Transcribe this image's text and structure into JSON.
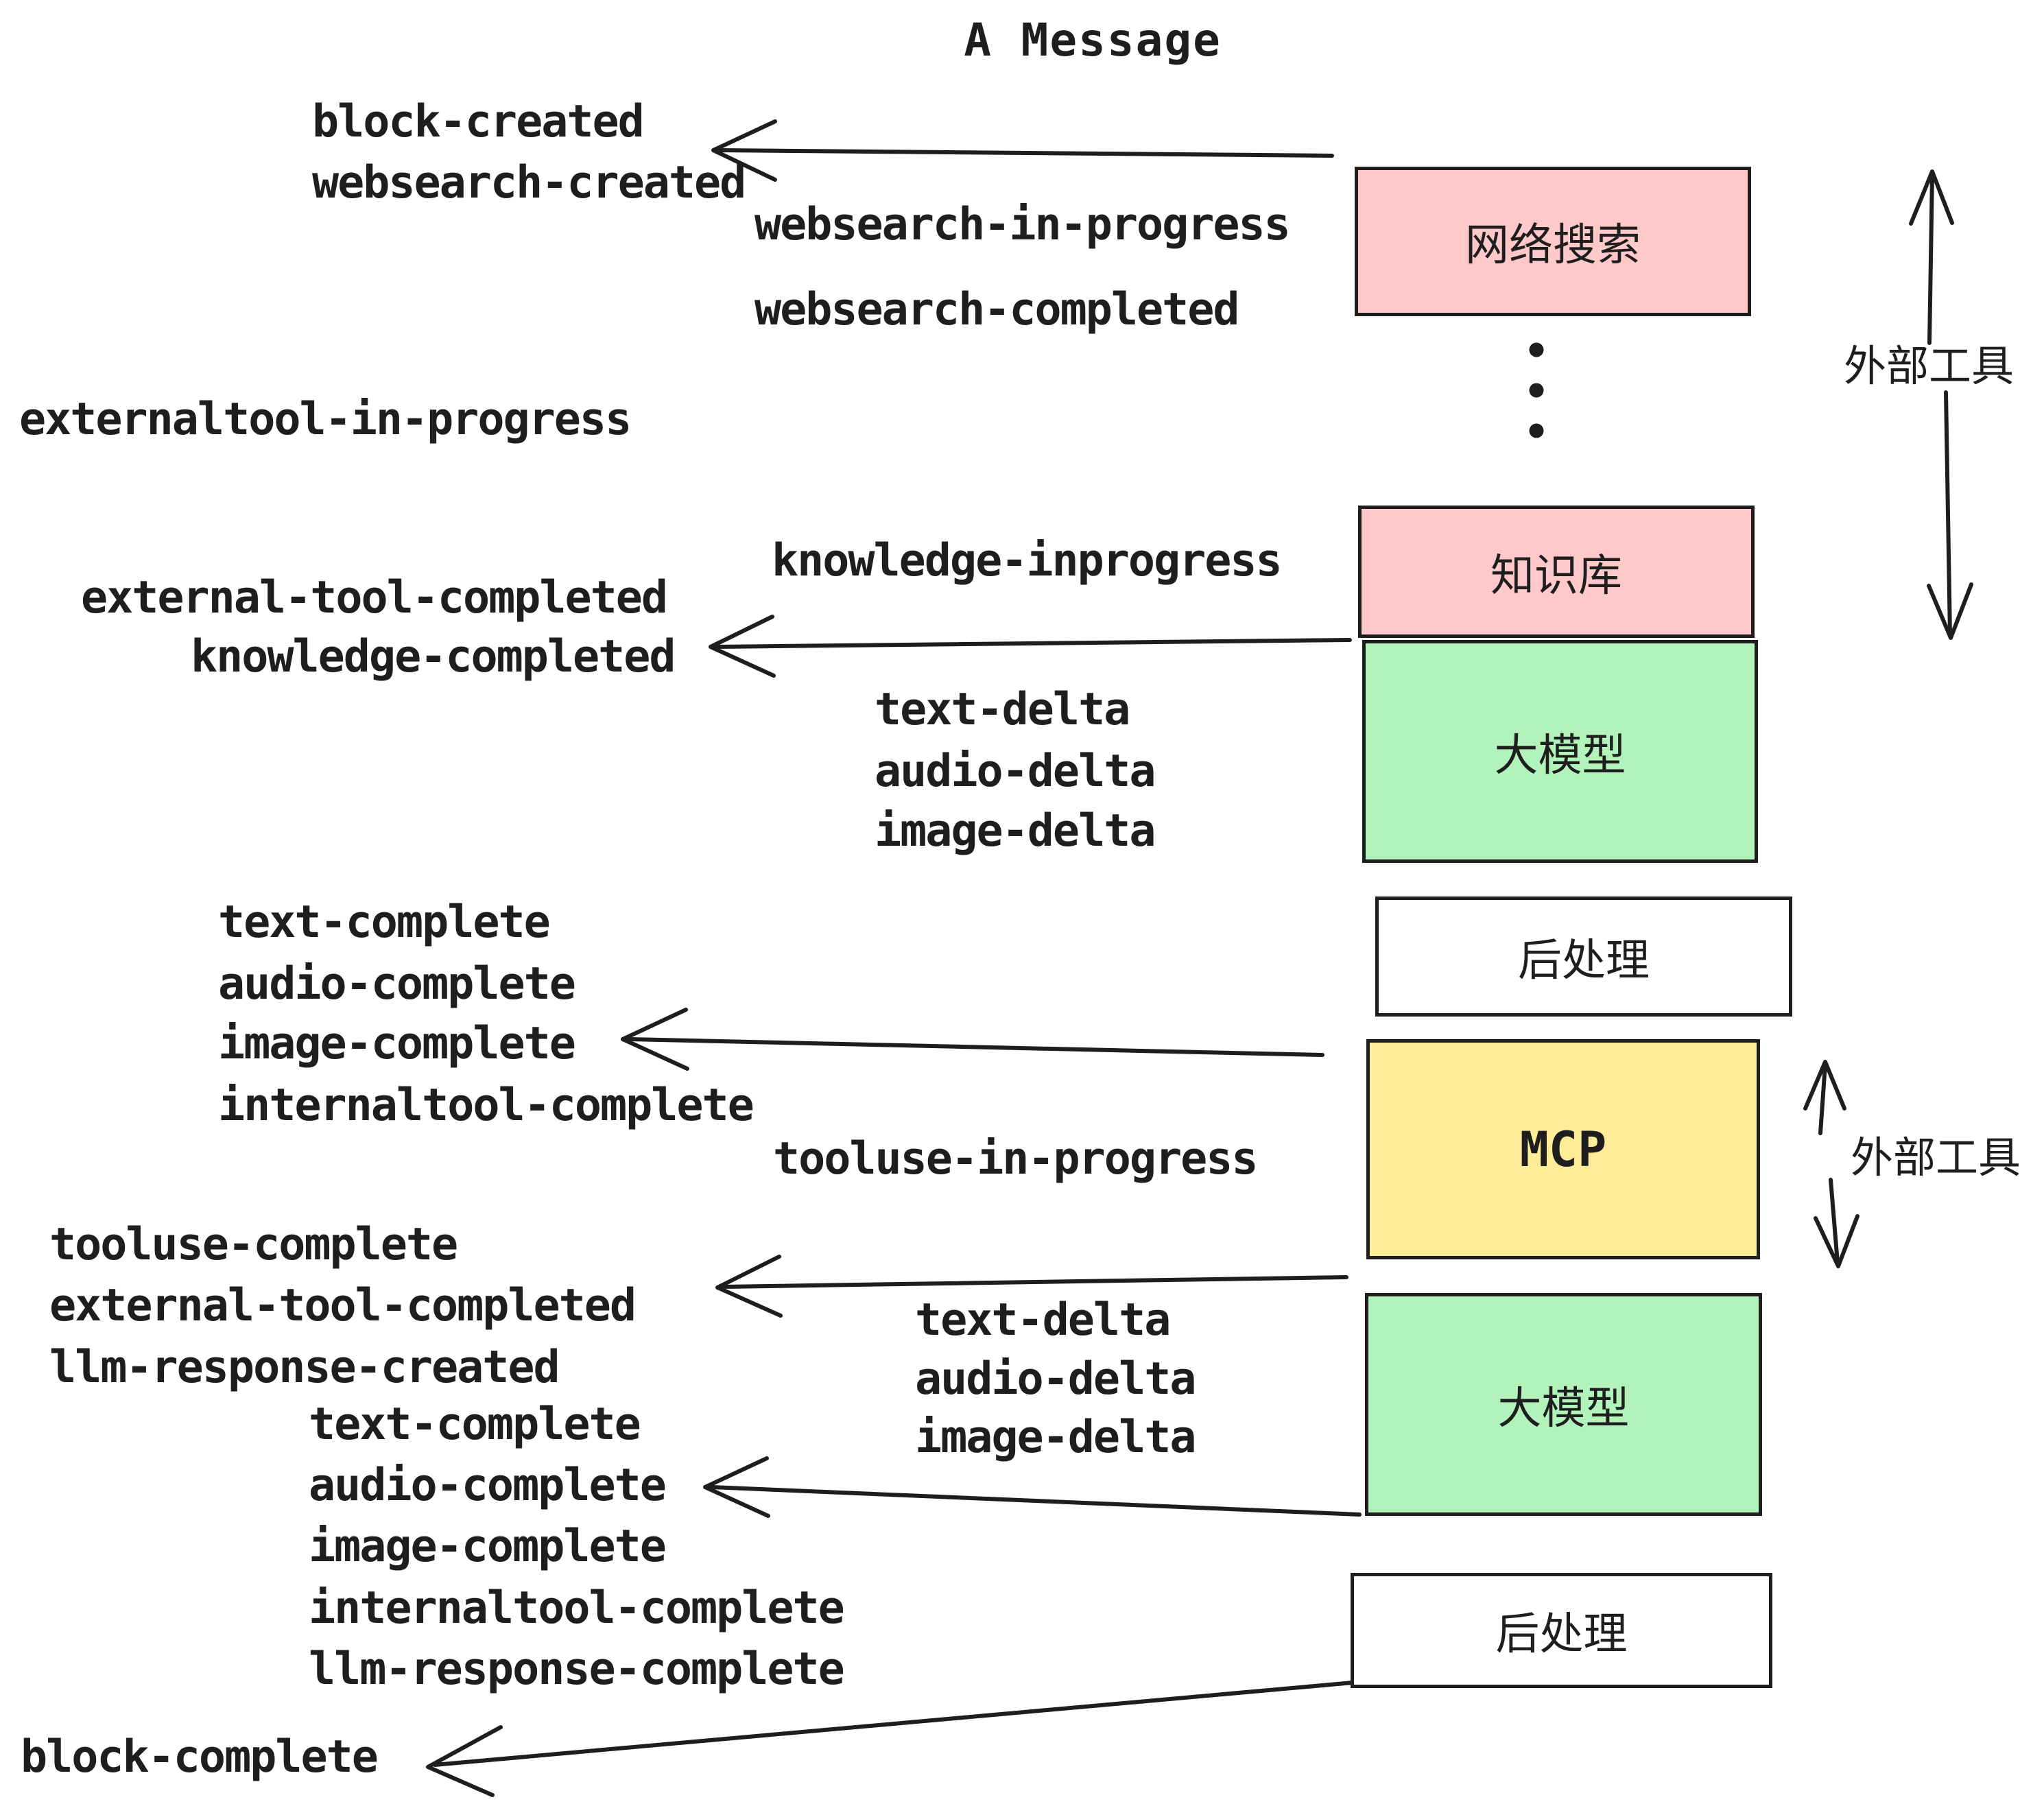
{
  "title": "A Message",
  "colors": {
    "pink": "#ffc9c9",
    "green": "#b2f2bb",
    "yellow": "#ffec99",
    "white": "#ffffff",
    "ink": "#1e1e1e",
    "background": "#ffffff"
  },
  "events": {
    "block_created": "block-created",
    "websearch_created": "websearch-created",
    "websearch_in_progress": "websearch-in-progress",
    "websearch_completed": "websearch-completed",
    "externaltool_in_progress": "externaltool-in-progress",
    "knowledge_inprogress": "knowledge-inprogress",
    "external_tool_completed": "external-tool-completed",
    "knowledge_completed": "knowledge-completed",
    "text_delta": "text-delta",
    "audio_delta": "audio-delta",
    "image_delta": "image-delta",
    "text_complete": "text-complete",
    "audio_complete": "audio-complete",
    "image_complete": "image-complete",
    "internaltool_complete": "internaltool-complete",
    "tooluse_in_progress": "tooluse-in-progress",
    "tooluse_complete": "tooluse-complete",
    "external_tool_completed_2": "external-tool-completed",
    "llm_response_created": "llm-response-created",
    "text_complete_2": "text-complete",
    "audio_complete_2": "audio-complete",
    "image_complete_2": "image-complete",
    "internaltool_complete_2": "internaltool-complete",
    "llm_response_complete": "llm-response-complete",
    "text_delta_2": "text-delta",
    "audio_delta_2": "audio-delta",
    "image_delta_2": "image-delta",
    "block_complete": "block-complete"
  },
  "boxes": {
    "websearch": "网络搜索",
    "knowledge": "知识库",
    "llm_1": "大模型",
    "postprocess_1": "后处理",
    "mcp": "MCP",
    "llm_2": "大模型",
    "postprocess_2": "后处理"
  },
  "side_labels": {
    "external_tools_1": "外部工具",
    "external_tools_2": "外部工具"
  }
}
